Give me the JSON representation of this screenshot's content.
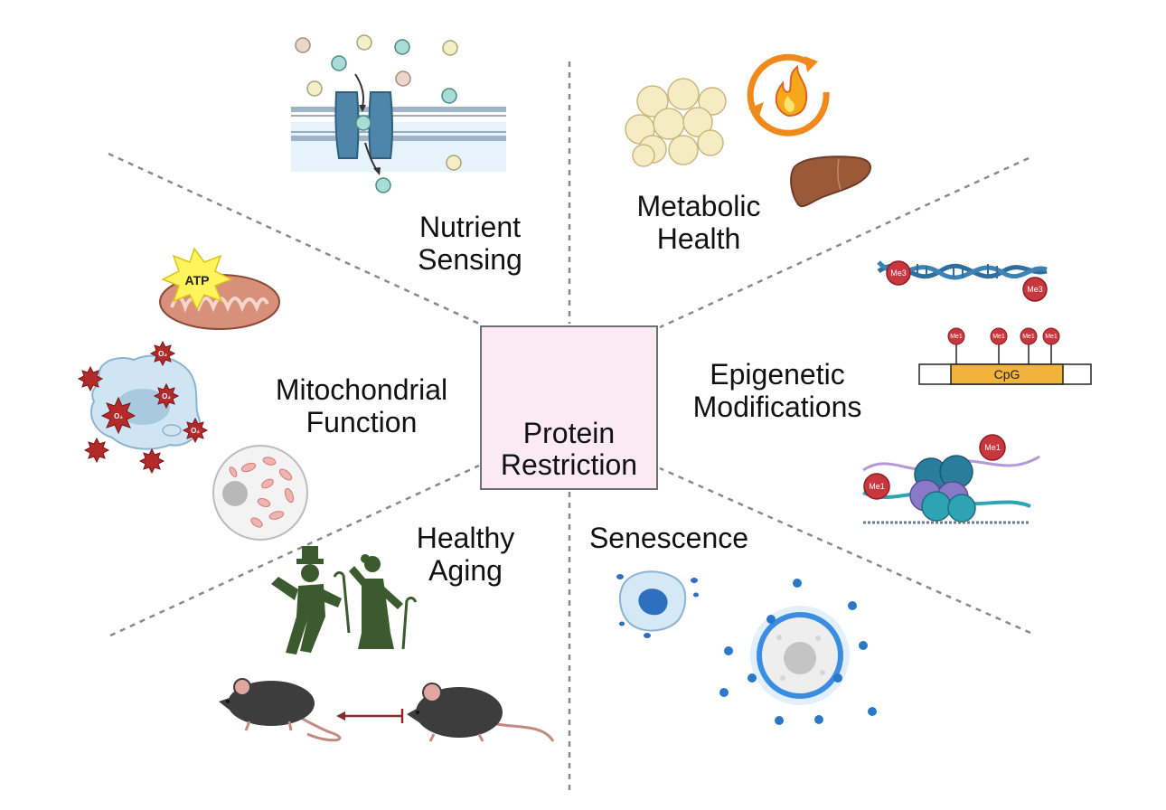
{
  "center": {
    "line1": "Protein",
    "line2": "Restriction"
  },
  "sections": {
    "nutrient_sensing": {
      "line1": "Nutrient",
      "line2": "Sensing"
    },
    "metabolic_health": {
      "line1": "Metabolic",
      "line2": "Health"
    },
    "mitochondrial_function": {
      "line1": "Mitochondrial",
      "line2": "Function"
    },
    "epigenetic_modifications": {
      "line1": "Epigenetic",
      "line2": "Modifications"
    },
    "healthy_aging": {
      "line1": "Healthy",
      "line2": "Aging"
    },
    "senescence": {
      "line1": "Senescence"
    }
  },
  "icon_text": {
    "atp": "ATP",
    "ros": "O₂",
    "me3": "Me3",
    "me1": "Me1",
    "cpg": "CpG"
  },
  "colors": {
    "divider": "#8a8a8a",
    "center_fill": "#fbeaf3",
    "methyl_red": "#c9363e",
    "dna_blue": "#2f6e9c",
    "cpg_orange": "#f0b43c",
    "silhouette_green": "#3b5a2e",
    "mouse_dark": "#3d3d3d",
    "senescent_glow": "#3a8de0",
    "fire_orange": "#f08a1c",
    "liver_brown": "#9a5a3a"
  }
}
